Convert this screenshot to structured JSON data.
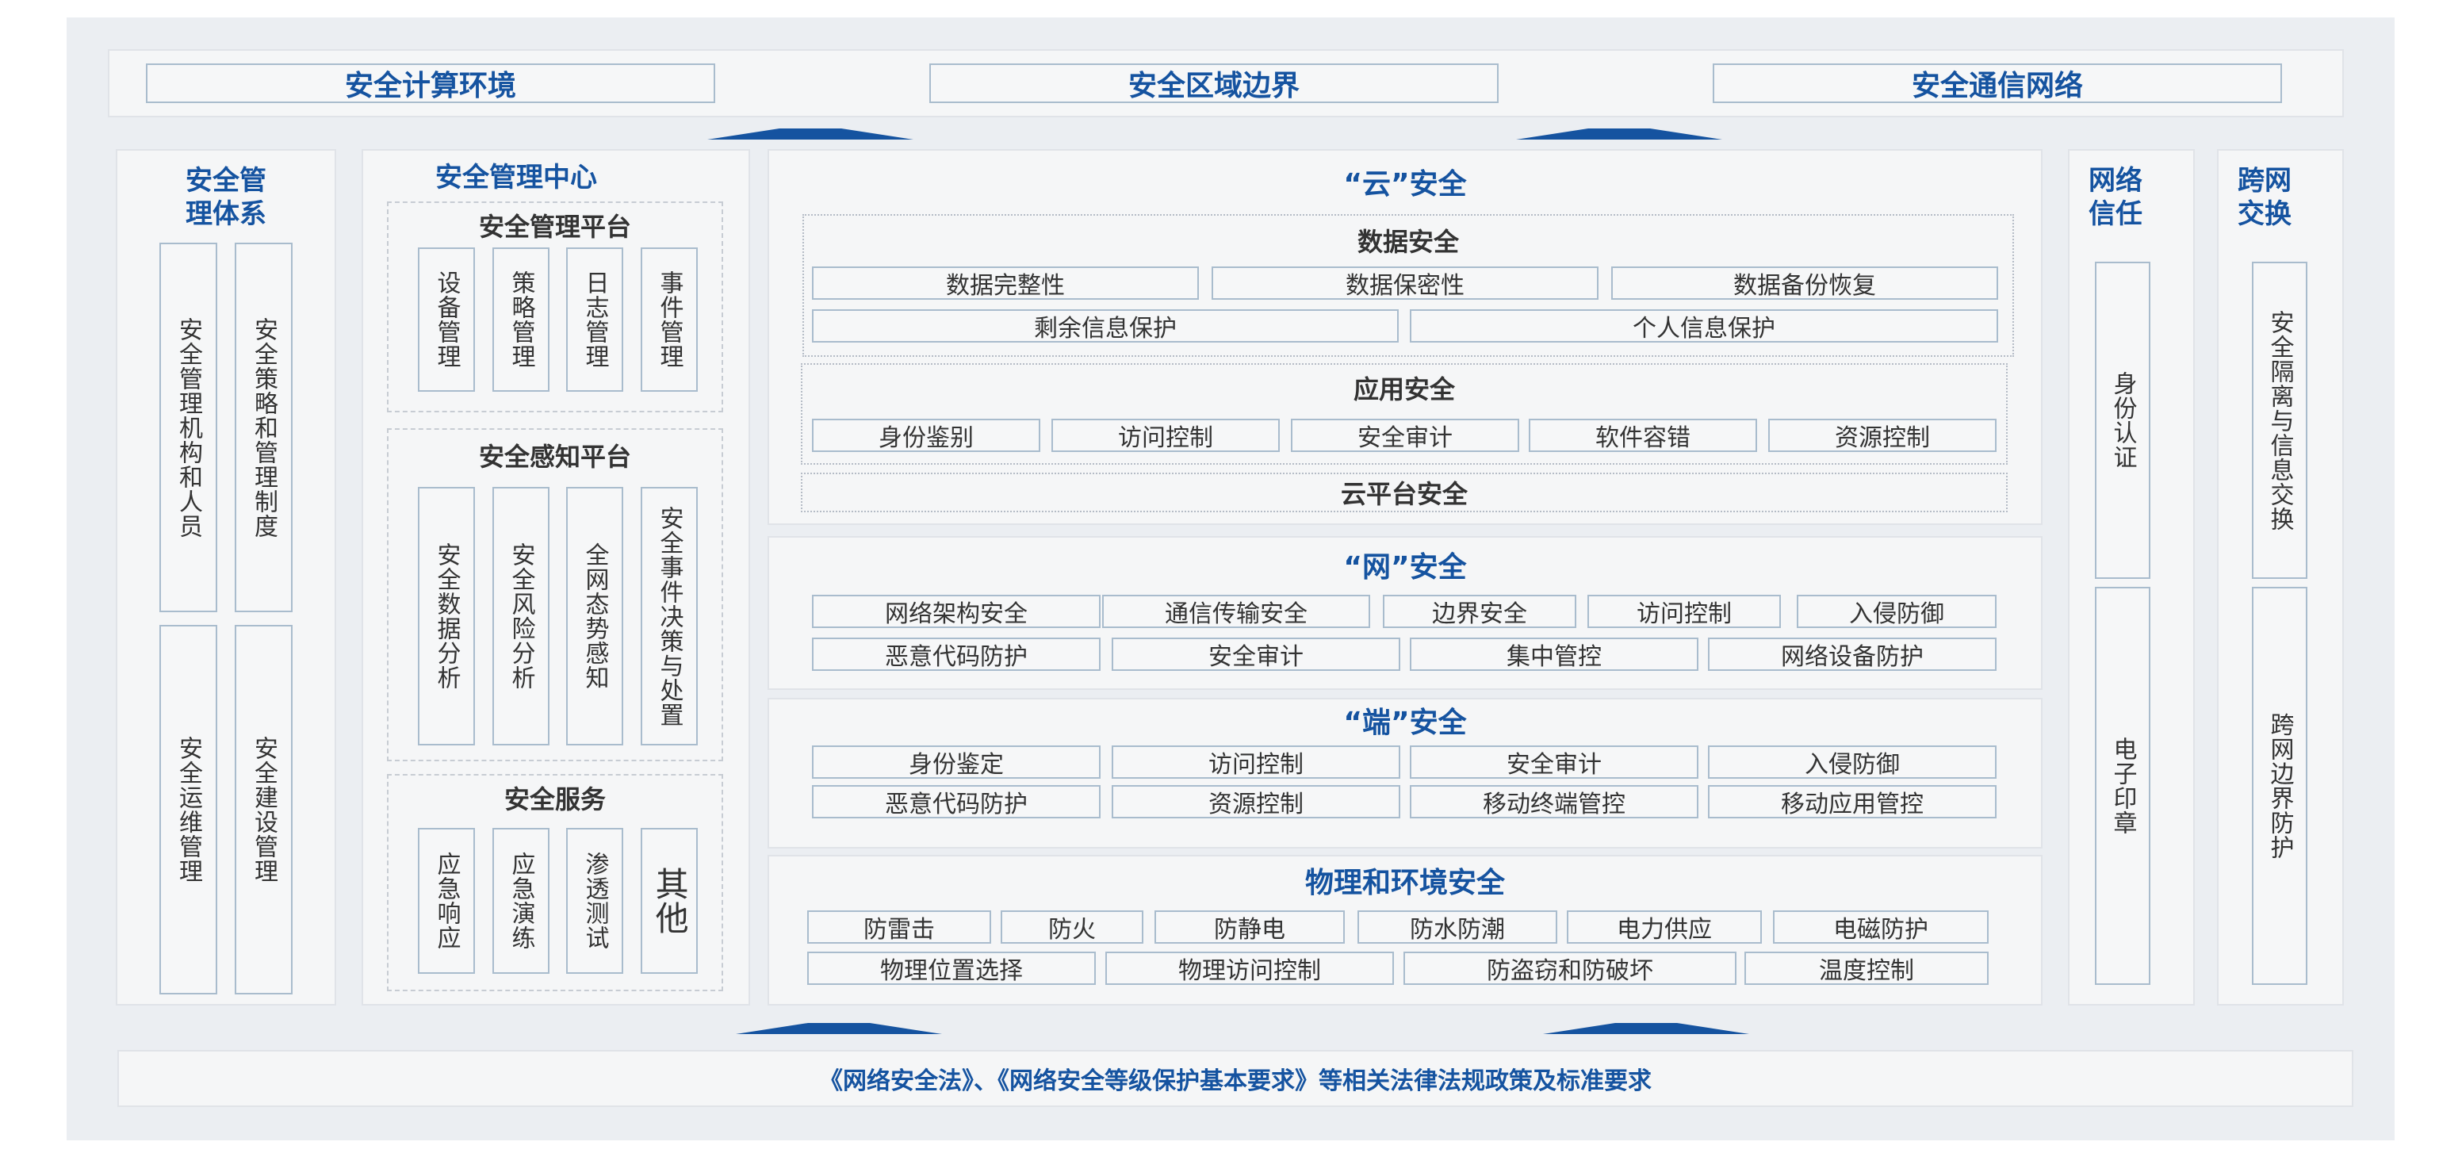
{
  "top": [
    "安全计算环境",
    "安全区域边界",
    "安全通信网络"
  ],
  "mgmt_system": {
    "title": "安全管\n理体系",
    "items": [
      "安全管理机构和人员",
      "安全策略和管理制度",
      "安全运维管理",
      "安全建设管理"
    ]
  },
  "mgmt_center": {
    "title": "安全管理中心",
    "platform": {
      "title": "安全管理平台",
      "items": [
        "设备管理",
        "策略管理",
        "日志管理",
        "事件管理"
      ]
    },
    "perception": {
      "title": "安全感知平台",
      "items": [
        "安全数据分析",
        "安全风险分析",
        "全网态势感知",
        "安全事件决策与处置"
      ]
    },
    "service": {
      "title": "安全服务",
      "items": [
        "应急响应",
        "应急演练",
        "渗透测试",
        "其他"
      ]
    }
  },
  "cloud": {
    "title": "“云”安全",
    "data": {
      "title": "数据安全",
      "row1": [
        "数据完整性",
        "数据保密性",
        "数据备份恢复"
      ],
      "row2": [
        "剩余信息保护",
        "个人信息保护"
      ]
    },
    "app": {
      "title": "应用安全",
      "row": [
        "身份鉴别",
        "访问控制",
        "安全审计",
        "软件容错",
        "资源控制"
      ]
    },
    "platform": "云平台安全"
  },
  "net": {
    "title": "“网”安全",
    "row1": [
      "网络架构安全",
      "通信传输安全",
      "边界安全",
      "访问控制",
      "入侵防御"
    ],
    "row2": [
      "恶意代码防护",
      "安全审计",
      "集中管控",
      "网络设备防护"
    ]
  },
  "end": {
    "title": "“端”安全",
    "row1": [
      "身份鉴定",
      "访问控制",
      "安全审计",
      "入侵防御"
    ],
    "row2": [
      "恶意代码防护",
      "资源控制",
      "移动终端管控",
      "移动应用管控"
    ]
  },
  "phys": {
    "title": "物理和环境安全",
    "row1": [
      "防雷击",
      "防火",
      "防静电",
      "防水防潮",
      "电力供应",
      "电磁防护"
    ],
    "row2": [
      "物理位置选择",
      "物理访问控制",
      "防盗窃和防破坏",
      "温度控制"
    ]
  },
  "trust": {
    "title": "网络\n信任",
    "items": [
      "身份认证",
      "电子印章"
    ]
  },
  "exchange": {
    "title": "跨网\n交换",
    "items": [
      "安全隔离与信息交换",
      "跨网边界防护"
    ]
  },
  "footer": "《网络安全法》、《网络安全等级保护基本要求》等相关法律法规政策及标准要求",
  "colors": {
    "accent": "#1553a0",
    "box_border": "#a9bccd",
    "background": "#ebeef2"
  }
}
